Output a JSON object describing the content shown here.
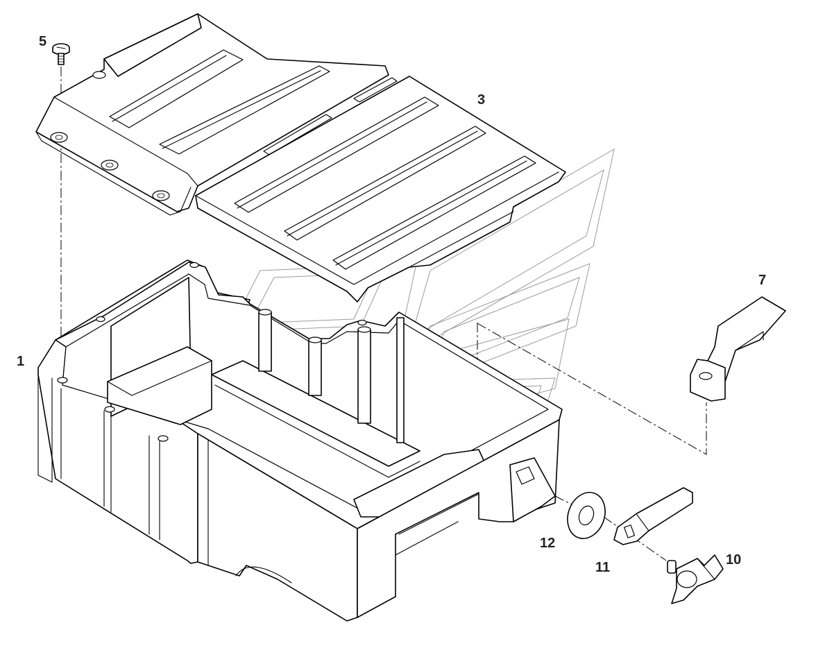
{
  "callouts": {
    "c1": "1",
    "c3": "3",
    "c5": "5",
    "c7": "7",
    "c10": "10",
    "c11": "11",
    "c12": "12"
  },
  "colors": {
    "line": "#000000",
    "watermark": "#9a9a9a",
    "label": "#222222"
  }
}
